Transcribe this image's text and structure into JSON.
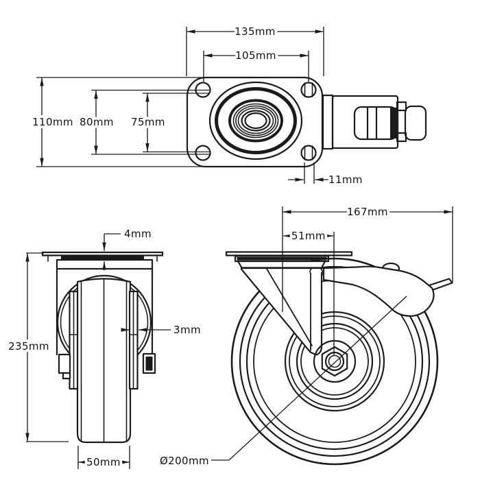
{
  "page": {
    "background": "#ffffff",
    "line_color": "#1b1b1b"
  },
  "views": {
    "top_plate": {
      "dims": {
        "plate_width": "135mm",
        "hole_spacing_width": "105mm",
        "plate_depth": "110mm",
        "hole_spacing_depth_max": "80mm",
        "hole_spacing_depth_min": "75mm",
        "hole_diameter": "11mm"
      }
    },
    "front": {
      "dims": {
        "plate_thickness": "4mm",
        "bracket_thickness": "3mm",
        "overall_height": "235mm",
        "wheel_width": "50mm"
      }
    },
    "side": {
      "dims": {
        "overall_length": "167mm",
        "swivel_offset": "51mm",
        "wheel_diameter": "Ø200mm"
      }
    }
  }
}
